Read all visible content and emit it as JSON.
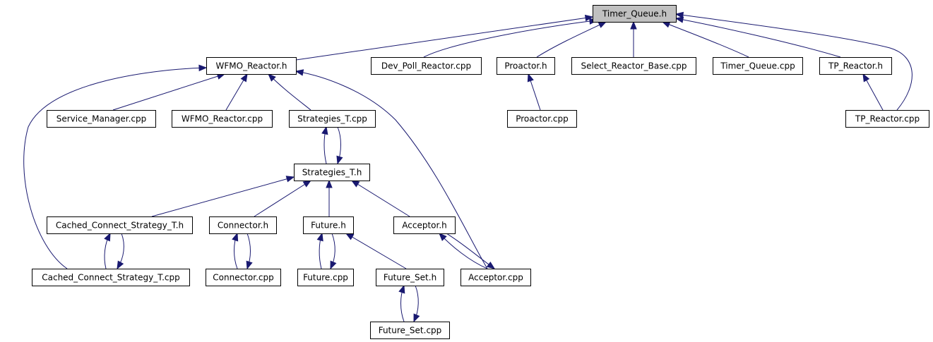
{
  "diagram": {
    "root": "timer_queue_h",
    "nodes": [
      {
        "id": "timer_queue_h",
        "label": "Timer_Queue.h",
        "root": true
      },
      {
        "id": "wfmo_reactor_h",
        "label": "WFMO_Reactor.h"
      },
      {
        "id": "dev_poll_reactor_cpp",
        "label": "Dev_Poll_Reactor.cpp"
      },
      {
        "id": "proactor_h",
        "label": "Proactor.h"
      },
      {
        "id": "select_reactor_base_cpp",
        "label": "Select_Reactor_Base.cpp"
      },
      {
        "id": "timer_queue_cpp",
        "label": "Timer_Queue.cpp"
      },
      {
        "id": "tp_reactor_h",
        "label": "TP_Reactor.h"
      },
      {
        "id": "service_manager_cpp",
        "label": "Service_Manager.cpp"
      },
      {
        "id": "wfmo_reactor_cpp",
        "label": "WFMO_Reactor.cpp"
      },
      {
        "id": "strategies_t_cpp",
        "label": "Strategies_T.cpp"
      },
      {
        "id": "proactor_cpp",
        "label": "Proactor.cpp"
      },
      {
        "id": "tp_reactor_cpp",
        "label": "TP_Reactor.cpp"
      },
      {
        "id": "strategies_t_h",
        "label": "Strategies_T.h"
      },
      {
        "id": "cached_connect_strategy_t_h",
        "label": "Cached_Connect_Strategy_T.h"
      },
      {
        "id": "connector_h",
        "label": "Connector.h"
      },
      {
        "id": "future_h",
        "label": "Future.h"
      },
      {
        "id": "acceptor_h",
        "label": "Acceptor.h"
      },
      {
        "id": "cached_connect_strategy_t_cpp",
        "label": "Cached_Connect_Strategy_T.cpp"
      },
      {
        "id": "connector_cpp",
        "label": "Connector.cpp"
      },
      {
        "id": "future_cpp",
        "label": "Future.cpp"
      },
      {
        "id": "future_set_h",
        "label": "Future_Set.h"
      },
      {
        "id": "acceptor_cpp",
        "label": "Acceptor.cpp"
      },
      {
        "id": "future_set_cpp",
        "label": "Future_Set.cpp"
      }
    ],
    "edges": [
      {
        "from": "wfmo_reactor_h",
        "to": "timer_queue_h"
      },
      {
        "from": "dev_poll_reactor_cpp",
        "to": "timer_queue_h"
      },
      {
        "from": "proactor_h",
        "to": "timer_queue_h"
      },
      {
        "from": "select_reactor_base_cpp",
        "to": "timer_queue_h"
      },
      {
        "from": "timer_queue_cpp",
        "to": "timer_queue_h"
      },
      {
        "from": "tp_reactor_h",
        "to": "timer_queue_h"
      },
      {
        "from": "tp_reactor_cpp",
        "to": "timer_queue_h"
      },
      {
        "from": "service_manager_cpp",
        "to": "wfmo_reactor_h"
      },
      {
        "from": "wfmo_reactor_cpp",
        "to": "wfmo_reactor_h"
      },
      {
        "from": "strategies_t_cpp",
        "to": "wfmo_reactor_h"
      },
      {
        "from": "acceptor_cpp",
        "to": "wfmo_reactor_h"
      },
      {
        "from": "cached_connect_strategy_t_cpp",
        "to": "wfmo_reactor_h"
      },
      {
        "from": "proactor_cpp",
        "to": "proactor_h"
      },
      {
        "from": "tp_reactor_cpp",
        "to": "tp_reactor_h"
      },
      {
        "from": "strategies_t_h",
        "to": "strategies_t_cpp"
      },
      {
        "from": "strategies_t_cpp",
        "to": "strategies_t_h"
      },
      {
        "from": "cached_connect_strategy_t_h",
        "to": "strategies_t_h"
      },
      {
        "from": "connector_h",
        "to": "strategies_t_h"
      },
      {
        "from": "future_h",
        "to": "strategies_t_h"
      },
      {
        "from": "acceptor_h",
        "to": "strategies_t_h"
      },
      {
        "from": "cached_connect_strategy_t_cpp",
        "to": "cached_connect_strategy_t_h"
      },
      {
        "from": "cached_connect_strategy_t_h",
        "to": "cached_connect_strategy_t_cpp"
      },
      {
        "from": "connector_cpp",
        "to": "connector_h"
      },
      {
        "from": "connector_h",
        "to": "connector_cpp"
      },
      {
        "from": "future_cpp",
        "to": "future_h"
      },
      {
        "from": "future_h",
        "to": "future_cpp"
      },
      {
        "from": "future_set_h",
        "to": "future_h"
      },
      {
        "from": "acceptor_cpp",
        "to": "acceptor_h"
      },
      {
        "from": "acceptor_h",
        "to": "acceptor_cpp"
      },
      {
        "from": "future_set_cpp",
        "to": "future_set_h"
      },
      {
        "from": "future_set_h",
        "to": "future_set_cpp"
      }
    ],
    "colors": {
      "edge": "#191970",
      "root_fill": "#c0c0c0",
      "node_fill": "#ffffff",
      "border": "#000000"
    }
  }
}
